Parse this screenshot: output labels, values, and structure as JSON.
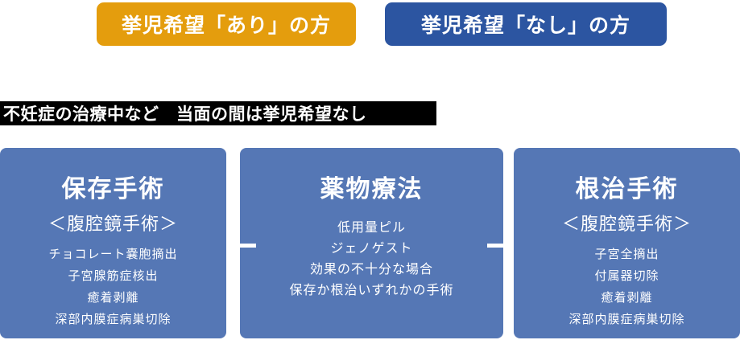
{
  "header": {
    "buttons": [
      {
        "id": "yes",
        "label": "挙児希望「あり」の方",
        "bg": "#E49D0D"
      },
      {
        "id": "no",
        "label": "挙児希望「なし」の方",
        "bg": "#2C55A1"
      }
    ]
  },
  "banner": {
    "text": "不妊症の治療中など　当面の間は挙児希望なし",
    "bg": "#000000",
    "text_color": "#FFFFFF"
  },
  "boxes": [
    {
      "title": "保存手術",
      "subtitle": "＜腹腔鏡手術＞",
      "items": [
        "チョコレート嚢胞摘出",
        "子宮腺筋症核出",
        "癒着剥離",
        "深部内膜症病巣切除"
      ]
    },
    {
      "title": "薬物療法",
      "subtitle": "",
      "items": [
        "低用量ピル",
        "ジェノゲスト",
        "効果の不十分な場合",
        "保存か根治いずれかの手術"
      ]
    },
    {
      "title": "根治手術",
      "subtitle": "＜腹腔鏡手術＞",
      "items": [
        "子宮全摘出",
        "付属器切除",
        "癒着剥離",
        "深部内膜症病巣切除"
      ]
    }
  ],
  "colors": {
    "accent_orange": "#E49D0D",
    "accent_dark_blue": "#2C55A1",
    "box_blue": "#5577B5",
    "banner_black": "#000000",
    "text_white": "#FFFFFF"
  }
}
